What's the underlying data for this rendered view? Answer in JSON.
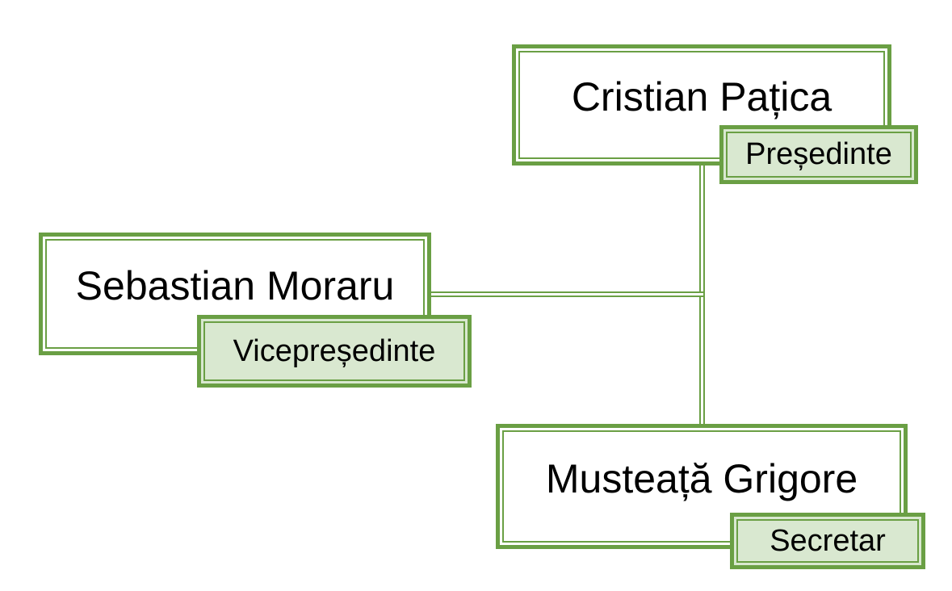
{
  "chart": {
    "nodes": [
      {
        "id": "top",
        "name": "Cristian Pațica",
        "role": "Președinte"
      },
      {
        "id": "left",
        "name": "Sebastian Moraru",
        "role": "Vicepreședinte"
      },
      {
        "id": "bottom",
        "name": "Musteață Grigore",
        "role": "Secretar"
      }
    ]
  },
  "colors": {
    "border": "#6a9f44",
    "role_fill": "#d9e8d0",
    "name_fill": "#ffffff",
    "text": "#000000"
  }
}
